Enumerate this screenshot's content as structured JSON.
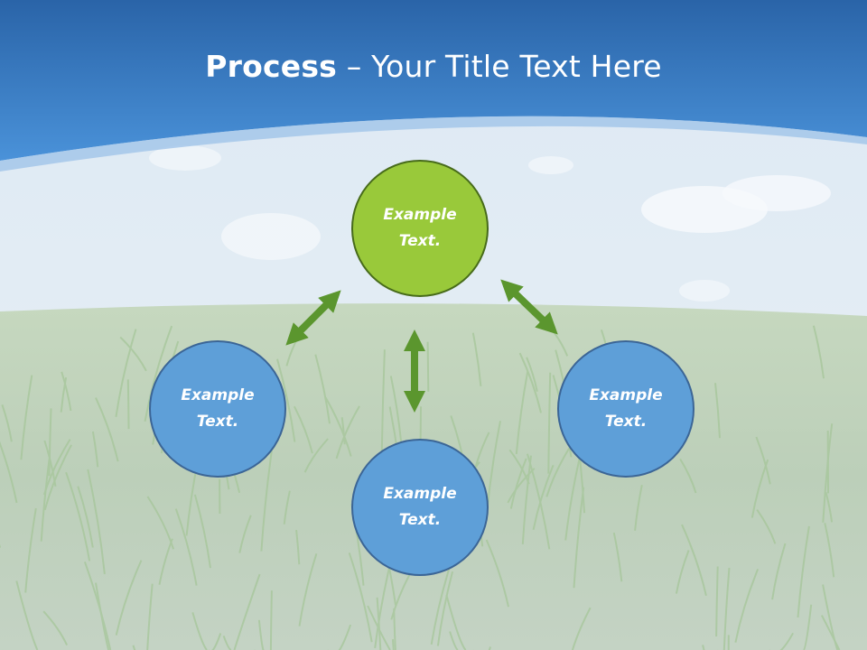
{
  "title": {
    "bold_part": "Process",
    "rest": " – Your Title Text Here"
  },
  "nodes": {
    "top": "Example Text.",
    "left": "Example Text.",
    "bottom": "Example Text.",
    "right": "Example Text."
  },
  "colors": {
    "sky_top": "#2f6fb8",
    "sky_band": "#4a90d6",
    "grass": "#b9cdb8",
    "arrow": "#5b962e",
    "node_green": "#99c93a",
    "node_blue": "#5e9fd8"
  }
}
